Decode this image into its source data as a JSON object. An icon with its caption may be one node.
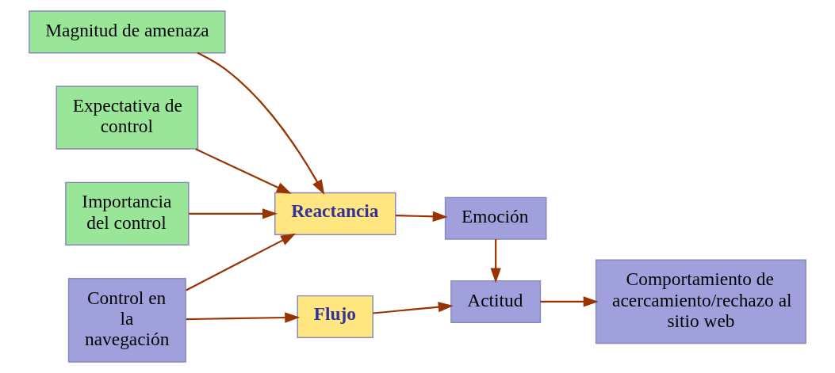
{
  "diagram": {
    "nodes": [
      {
        "text": [
          "Magnitud de amenaza"
        ]
      },
      {
        "text": [
          "Expectativa de control"
        ]
      },
      {
        "text": [
          "Importancia del control"
        ]
      },
      {
        "text": [
          "Control en la navegación"
        ]
      },
      {
        "text": [
          "Reactancia"
        ]
      },
      {
        "text": [
          "Emoción"
        ]
      },
      {
        "text": [
          "Flujo"
        ]
      },
      {
        "text": [
          "Actitud"
        ]
      },
      {
        "text": [
          "Comportamiento de acercamiento/rechazo al sitio web"
        ]
      }
    ],
    "edges": [
      {
        "from": 3,
        "to": 4,
        "arrow": "to"
      },
      {
        "from": 1,
        "to": 4,
        "arrow": "to"
      },
      {
        "from": 0,
        "to": 4,
        "arrow": "to"
      },
      {
        "from": 2,
        "to": 4,
        "arrow": "to"
      },
      {
        "from": 4,
        "to": 5,
        "arrow": "to"
      },
      {
        "from": 5,
        "to": 7,
        "arrow": "to"
      },
      {
        "from": 3,
        "to": 6,
        "arrow": "to"
      },
      {
        "from": 6,
        "to": 7,
        "arrow": "to"
      },
      {
        "from": 7,
        "to": 8,
        "arrow": "to"
      }
    ]
  }
}
